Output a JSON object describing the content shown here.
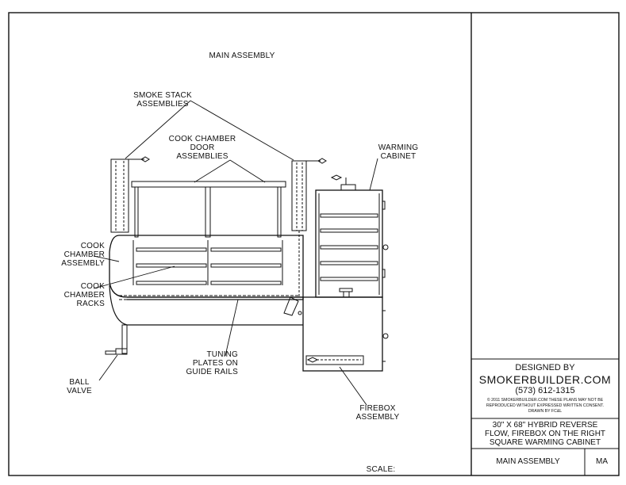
{
  "sheet_title": "MAIN ASSEMBLY",
  "callouts": {
    "smoke_stack": [
      "SMOKE STACK",
      "ASSEMBLIES"
    ],
    "door": [
      "COOK CHAMBER",
      "DOOR",
      "ASSEMBLIES"
    ],
    "warming_cabinet": [
      "WARMING",
      "CABINET"
    ],
    "cook_chamber": [
      "COOK",
      "CHAMBER",
      "ASSEMBLY"
    ],
    "racks": [
      "COOK",
      "CHAMBER",
      "RACKS"
    ],
    "tuning_plates": [
      "TUNING",
      "PLATES ON",
      "GUIDE RAILS"
    ],
    "ball_valve": [
      "BALL",
      "VALVE"
    ],
    "firebox": [
      "FIREBOX",
      "ASSEMBLY"
    ]
  },
  "scale_label": "SCALE:",
  "title_block": {
    "designed_by": "DESIGNED BY",
    "company": "SMOKERBUILDER.COM",
    "phone": "(573) 612-1315",
    "copyright_lines": [
      "© 2011 SMOKERBUILDER.COM THESE PLANS MAY NOT BE",
      "REPRODUCED WITHOUT EXPRESSED WRITTEN CONSENT.",
      "DRAWN BY FC&L"
    ],
    "description_lines": [
      "30\" X 68\" HYBRID REVERSE",
      "FLOW, FIREBOX ON THE RIGHT",
      "SQUARE WARMING CABINET"
    ],
    "drawing_name": "MAIN ASSEMBLY",
    "drawing_code": "MA"
  }
}
